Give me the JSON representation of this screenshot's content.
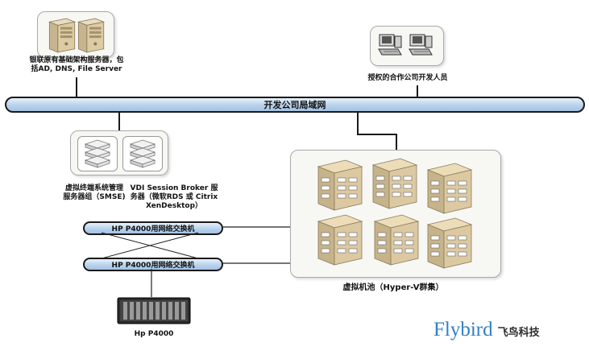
{
  "nodes": {
    "infra_label": "银联原有基础架构服务器，包括AD, DNS, File Server",
    "partner_label": "授权的合作公司开发人员",
    "lan_label": "开发公司局域网",
    "smse_label": "虚拟终端系统管理服务器组（SMSE)",
    "broker_label": "VDI Session Broker 服务器（微软RDS 或 Citrix XenDesktop）",
    "switch1_label": "HP P4000用网络交换机",
    "switch2_label": "HP P4000用网络交换机",
    "pool_label": "虚拟机池（Hyper-V群集）",
    "storage_label": "Hp P4000"
  },
  "brand": {
    "latin": "Flybird",
    "cjk": "飞鸟科技",
    "color": "#2f7fc4"
  },
  "icons": {
    "infra": "server-tower-icon",
    "partner": "workstation-icon",
    "smse": "server-stack-icon",
    "pool_host": "virtual-host-icon",
    "storage": "storage-array-icon"
  }
}
